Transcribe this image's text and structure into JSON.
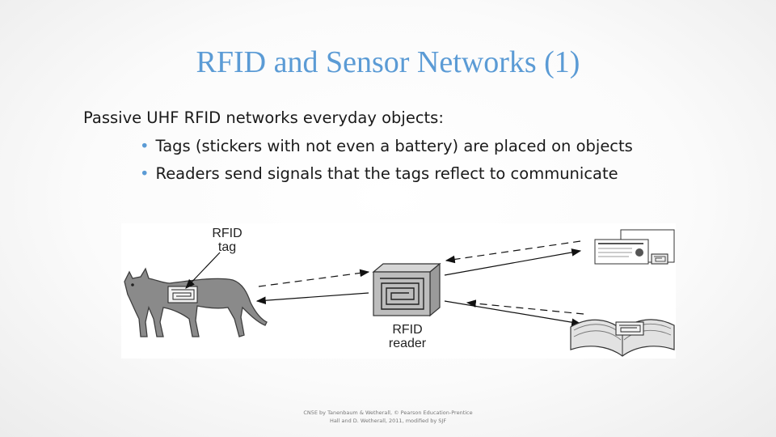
{
  "slide": {
    "title": "RFID and Sensor Networks (1)",
    "lead": "Passive UHF RFID networks everyday objects:",
    "bullets": [
      "Tags (stickers with not even a battery) are placed on objects",
      "Readers send signals that the tags reflect to communicate"
    ],
    "footer_line1": "CN5E by Tanenbaum & Wetherall, © Pearson Education-Prentice",
    "footer_line2": "Hall and D. Wetherall, 2011, modified by SJF"
  },
  "figure": {
    "tag_label_line1": "RFID",
    "tag_label_line2": "tag",
    "reader_label_line1": "RFID",
    "reader_label_line2": "reader",
    "icons": [
      "cat-icon",
      "rfid-reader-icon",
      "id-cards-icon",
      "open-book-icon"
    ]
  }
}
